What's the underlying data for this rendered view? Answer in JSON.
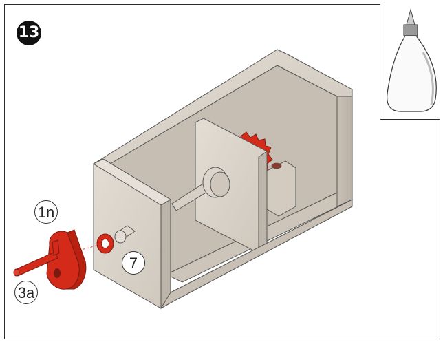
{
  "step": {
    "number": "13"
  },
  "callouts": {
    "part_1n": "1n",
    "part_3a": "3a",
    "part_7": "7"
  },
  "icons": {
    "inset": "glue-bottle-icon"
  },
  "colors": {
    "part_red": "#d42a1a",
    "wood": "#d9d2c8",
    "wood_dark": "#b7aea3",
    "outline": "#333333"
  }
}
